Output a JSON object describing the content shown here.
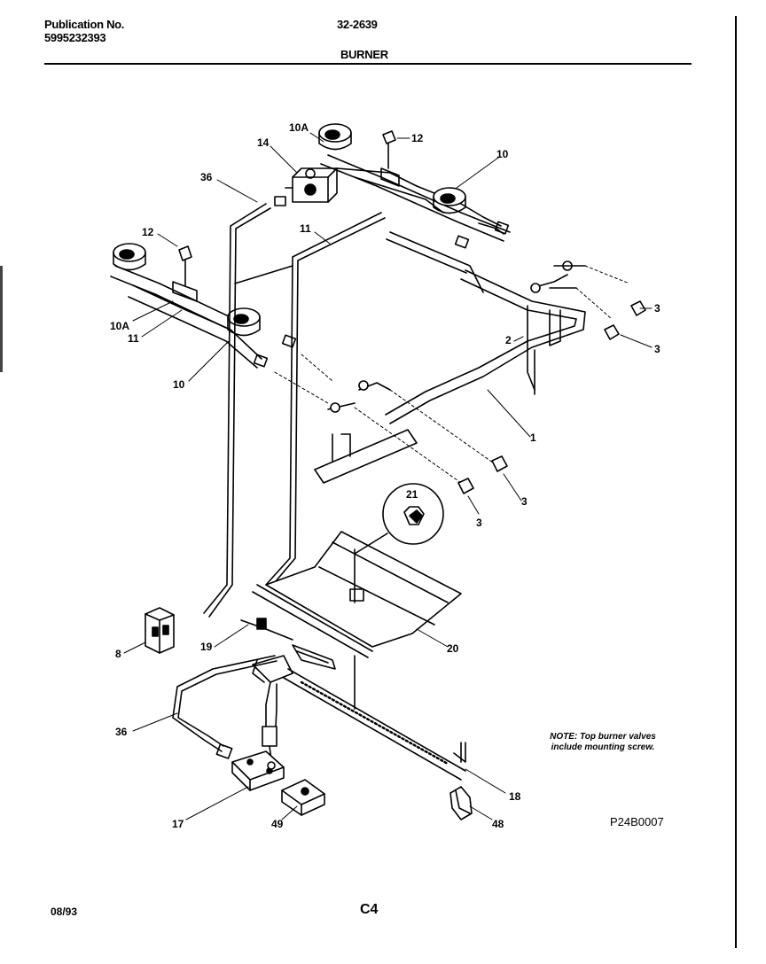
{
  "header": {
    "publication_label": "Publication No.",
    "publication_number": "5995232393",
    "model_number": "32-2639",
    "section_title": "BURNER"
  },
  "callouts": [
    {
      "id": "c-14",
      "label": "14"
    },
    {
      "id": "c-10a-top",
      "label": "10A"
    },
    {
      "id": "c-12-top",
      "label": "12"
    },
    {
      "id": "c-10-top",
      "label": "10"
    },
    {
      "id": "c-36-top",
      "label": "36"
    },
    {
      "id": "c-11-top",
      "label": "11"
    },
    {
      "id": "c-12-left",
      "label": "12"
    },
    {
      "id": "c-10a-left",
      "label": "10A"
    },
    {
      "id": "c-11-left",
      "label": "11"
    },
    {
      "id": "c-10-left",
      "label": "10"
    },
    {
      "id": "c-3-a",
      "label": "3"
    },
    {
      "id": "c-3-b",
      "label": "3"
    },
    {
      "id": "c-2",
      "label": "2"
    },
    {
      "id": "c-1",
      "label": "1"
    },
    {
      "id": "c-21",
      "label": "21"
    },
    {
      "id": "c-3-c",
      "label": "3"
    },
    {
      "id": "c-3-d",
      "label": "3"
    },
    {
      "id": "c-8",
      "label": "8"
    },
    {
      "id": "c-19",
      "label": "19"
    },
    {
      "id": "c-20",
      "label": "20"
    },
    {
      "id": "c-36-bottom",
      "label": "36"
    },
    {
      "id": "c-18",
      "label": "18"
    },
    {
      "id": "c-17",
      "label": "17"
    },
    {
      "id": "c-49",
      "label": "49"
    },
    {
      "id": "c-48",
      "label": "48"
    }
  ],
  "note": {
    "line1": "NOTE: Top burner valves",
    "line2": "include mounting screw."
  },
  "drawing_id": "P24B0007",
  "footer": {
    "date": "08/93",
    "page": "C4"
  }
}
